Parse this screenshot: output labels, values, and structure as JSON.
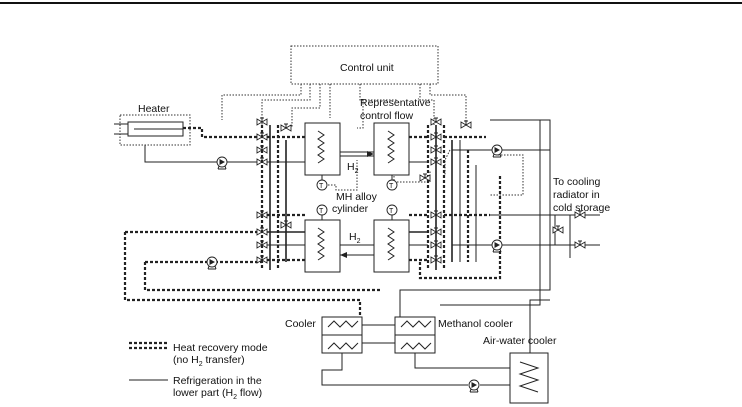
{
  "labels": {
    "control_unit": "Control unit",
    "heater": "Heater",
    "rep_flow_1": "Representative",
    "rep_flow_2": "control flow",
    "mh_alloy_1": "MH alloy",
    "mh_alloy_2": "cylinder",
    "h2_upper": "H",
    "h2_lower": "H",
    "h2_sub": "2",
    "temp_symbol": "T",
    "to_cooling_1": "To cooling",
    "to_cooling_2": "radiator in",
    "to_cooling_3": "cold storage",
    "cooler": "Cooler",
    "methanol_cooler": "Methanol cooler",
    "air_water_cooler": "Air-water cooler"
  },
  "legend": {
    "heat_recovery_1": "Heat recovery mode",
    "heat_recovery_2a": "(no H",
    "heat_recovery_2b": "2",
    "heat_recovery_2c": " transfer)",
    "refrigeration_1": "Refrigeration in the",
    "refrigeration_2a": "lower part (H",
    "refrigeration_2b": "2",
    "refrigeration_2c": " flow)"
  }
}
